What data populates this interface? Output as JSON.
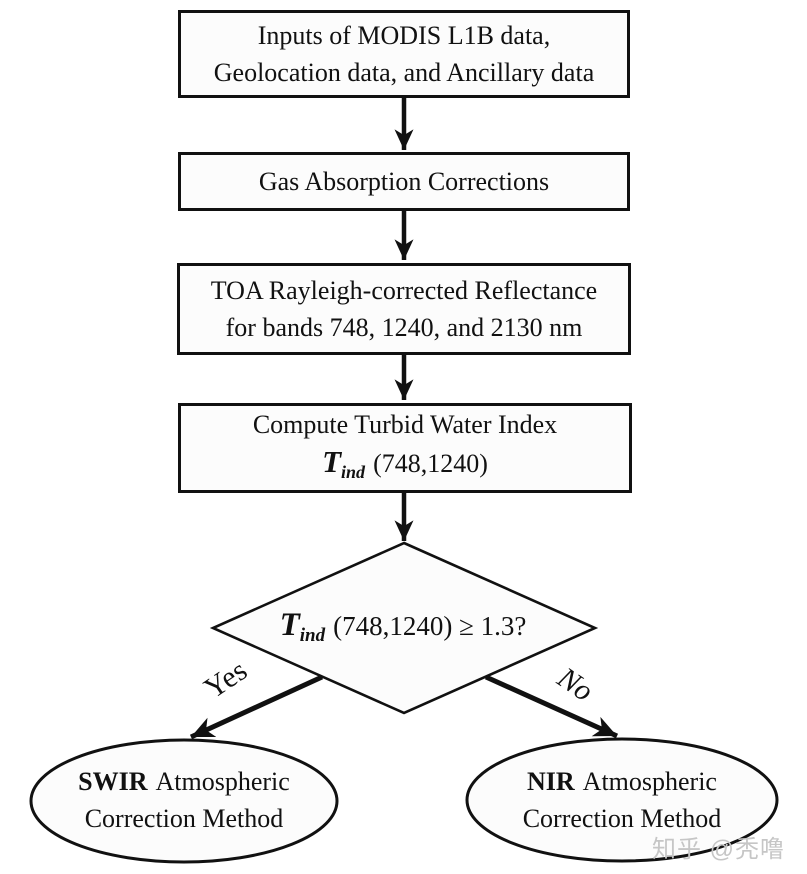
{
  "colors": {
    "line": "#111111",
    "node_fill": "#fcfcfc",
    "text": "#111111",
    "watermark": "#c6c6c6",
    "background": "#ffffff"
  },
  "nodes": {
    "inputs": {
      "line1": "Inputs of MODIS L1B data,",
      "line2": "Geolocation data, and Ancillary data"
    },
    "gas": {
      "label": "Gas Absorption Corrections"
    },
    "toa": {
      "line1": "TOA Rayleigh-corrected Reflectance",
      "line2": "for bands 748, 1240, and 2130 nm"
    },
    "twi": {
      "line1": "Compute Turbid Water Index",
      "symbol": "T",
      "subscript": "ind",
      "args": "(748,1240)"
    },
    "decision": {
      "symbol": "T",
      "subscript": "ind",
      "condition": "(748,1240) ≥ 1.3?"
    },
    "swir": {
      "emphasis": "SWIR",
      "line1_rest": "Atmospheric",
      "line2": "Correction Method"
    },
    "nir": {
      "emphasis": "NIR",
      "line1_rest": "Atmospheric",
      "line2": "Correction Method"
    }
  },
  "edges": {
    "yes_label": "Yes",
    "no_label": "No"
  },
  "watermark": {
    "text": "知乎 @秃噜"
  }
}
